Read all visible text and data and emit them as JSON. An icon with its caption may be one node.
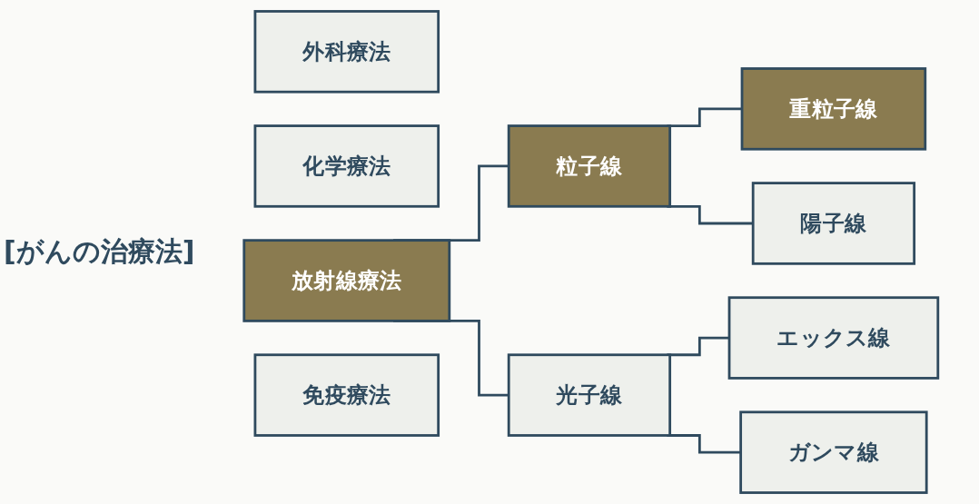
{
  "diagram": {
    "title": "[がんの治療法]",
    "nodes": [
      {
        "text": [
          "外科療法"
        ]
      },
      {
        "text": [
          "化学療法"
        ]
      },
      {
        "text": [
          "放射線療法"
        ]
      },
      {
        "text": [
          "免疫療法"
        ]
      },
      {
        "text": [
          "粒子線"
        ]
      },
      {
        "text": [
          "光子線"
        ]
      },
      {
        "text": [
          "重粒子線"
        ]
      },
      {
        "text": [
          "陽子線"
        ]
      },
      {
        "text": [
          "エックス線"
        ]
      },
      {
        "text": [
          "ガンマ線"
        ]
      }
    ],
    "edges": [
      {
        "from": 2,
        "to": 4,
        "arrow": "none"
      },
      {
        "from": 2,
        "to": 5,
        "arrow": "none"
      },
      {
        "from": 4,
        "to": 6,
        "arrow": "none"
      },
      {
        "from": 4,
        "to": 7,
        "arrow": "none"
      },
      {
        "from": 5,
        "to": 8,
        "arrow": "none"
      },
      {
        "from": 5,
        "to": 9,
        "arrow": "none"
      }
    ]
  }
}
